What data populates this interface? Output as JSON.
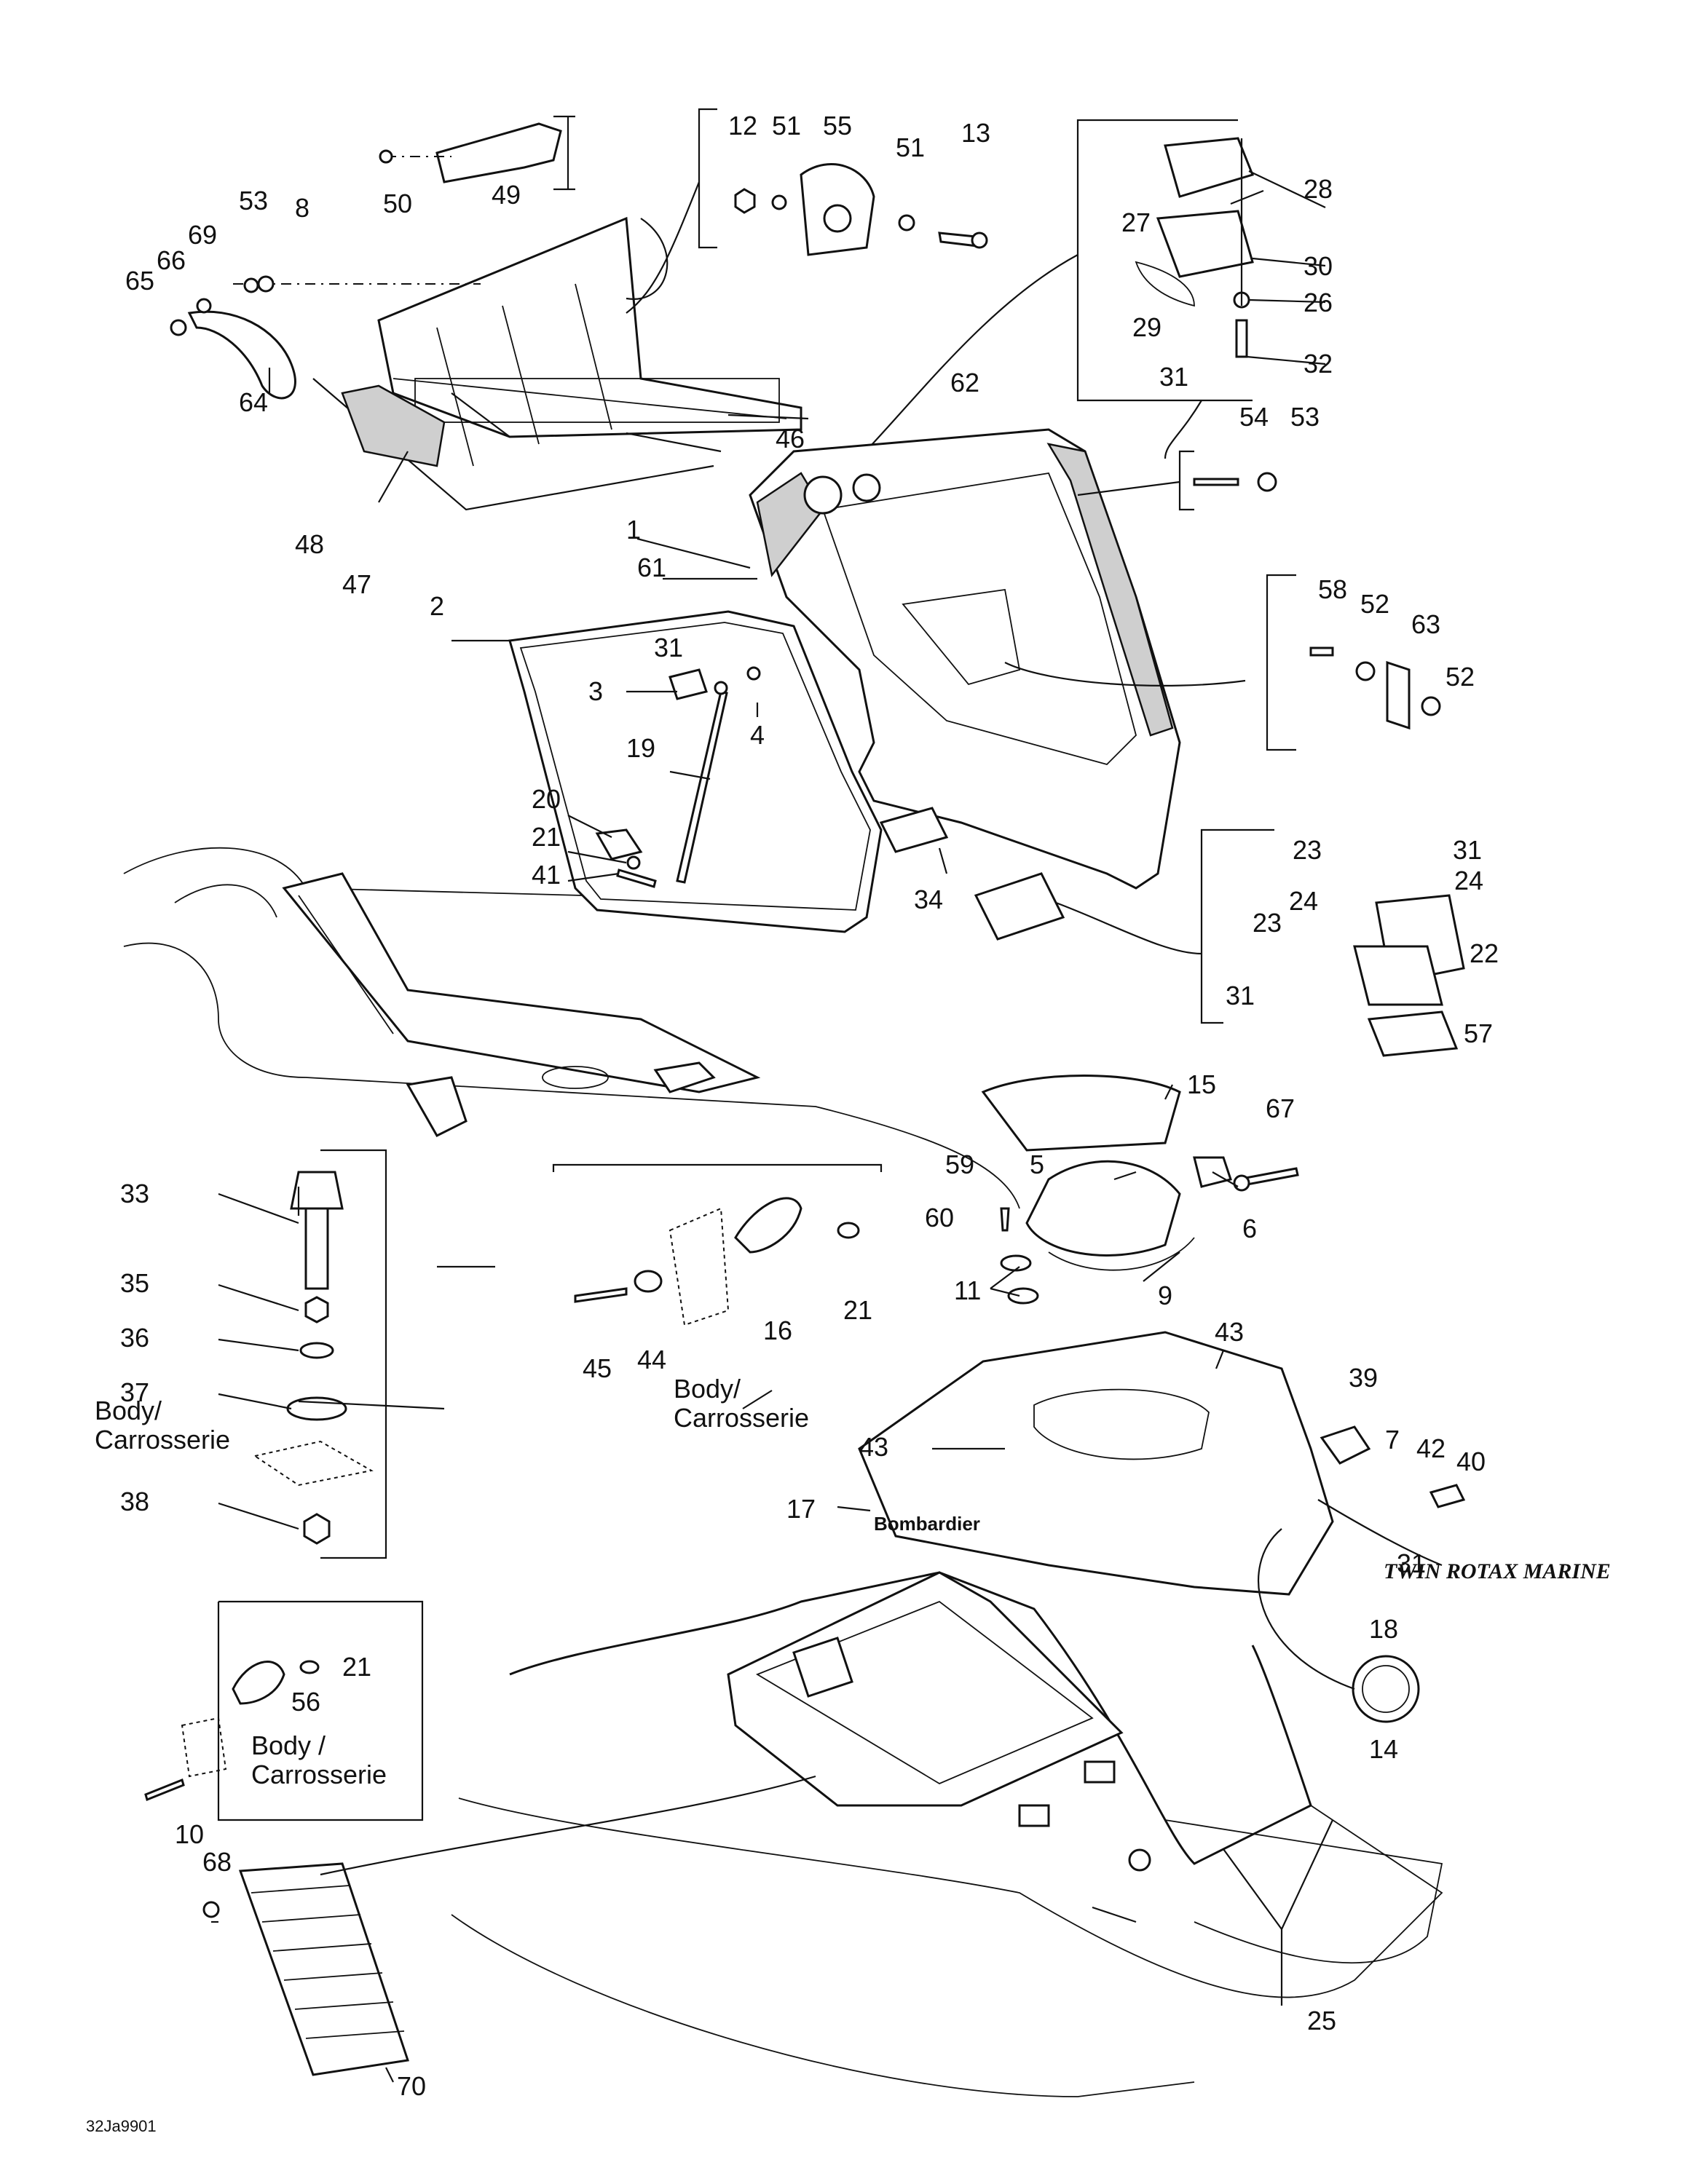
{
  "figure_code": "32Ja9901",
  "brand_text": "Bombardier",
  "decal_text": "TWIN ROTAX MARINE",
  "body_labels": [
    {
      "id": "body-label-left",
      "line1": "Body/",
      "line2": "Carrosserie"
    },
    {
      "id": "body-label-center",
      "line1": "Body/",
      "line2": "Carrosserie"
    },
    {
      "id": "body-label-bottom",
      "line1": "Body /",
      "line2": "Carrosserie"
    }
  ],
  "callouts": [
    "1",
    "2",
    "3",
    "4",
    "5",
    "6",
    "7",
    "8",
    "9",
    "10",
    "11",
    "12",
    "13",
    "14",
    "15",
    "16",
    "17",
    "18",
    "19",
    "20",
    "21",
    "22",
    "23",
    "24",
    "25",
    "26",
    "27",
    "28",
    "29",
    "30",
    "31",
    "32",
    "33",
    "34",
    "35",
    "36",
    "37",
    "38",
    "39",
    "40",
    "41",
    "42",
    "43",
    "44",
    "45",
    "46",
    "47",
    "48",
    "49",
    "50",
    "51",
    "52",
    "53",
    "54",
    "55",
    "56",
    "57",
    "58",
    "59",
    "60",
    "61",
    "62",
    "63",
    "64",
    "65",
    "66",
    "67",
    "68",
    "69",
    "70"
  ]
}
